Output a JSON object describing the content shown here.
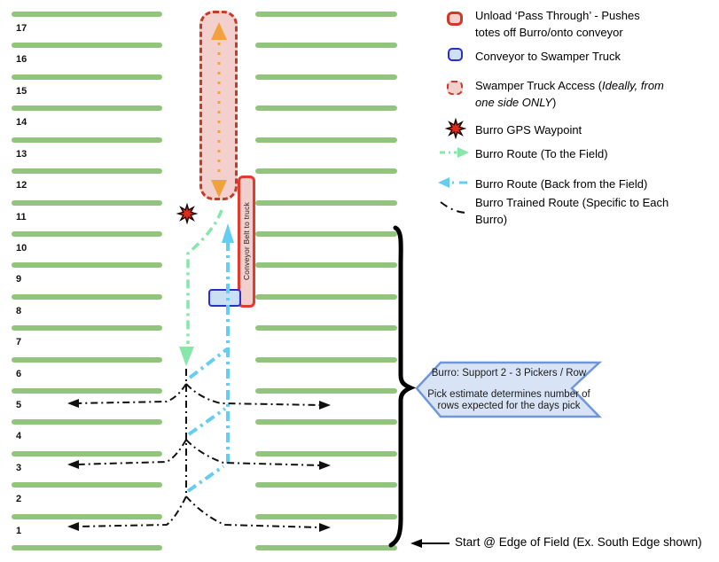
{
  "field": {
    "row_labels": [
      "17",
      "16",
      "15",
      "14",
      "13",
      "12",
      "11",
      "10",
      "9",
      "8",
      "7",
      "6",
      "5",
      "4",
      "3",
      "2",
      "1"
    ],
    "bar_color": "#93c47d"
  },
  "middle": {
    "conveyor_label": "Conveyor Belt to truck"
  },
  "legend": {
    "items": [
      {
        "label": "Unload ‘Pass Through’ - Pushes totes off Burro/onto conveyor"
      },
      {
        "label": "Conveyor to Swamper Truck"
      },
      {
        "label_prefix": "Swamper Truck Access (",
        "label_italic": "Ideally, from one side ONLY",
        "label_suffix": ")"
      },
      {
        "label": "Burro GPS Waypoint"
      },
      {
        "label": "Burro Route (To the Field)"
      },
      {
        "label": "Burro Route (Back from the Field)"
      },
      {
        "label": "Burro Trained Route (Specific to Each Burro)"
      }
    ]
  },
  "callout": {
    "line1": "Burro: Support 2 - 3 Pickers / Row",
    "line2": "Pick estimate determines number of rows expected for the days pick"
  },
  "footer": {
    "start_label": "Start @ Edge of Field (Ex. South Edge shown)"
  },
  "colors": {
    "row_bar_green": "#93c47d",
    "unload_border_red": "#cf3a27",
    "unload_fill_pink": "#f3d0cd",
    "conveyor_border_red": "#e23b2b",
    "truck_access_dash_red": "#c43b2a",
    "swamper_conveyor_blue": "#2a2fc7",
    "swamper_conveyor_fill": "#cfe0f3",
    "orange_arrow": "#f0a33c",
    "route_to_field_green": "#85e7a8",
    "route_back_cyan": "#66cdf2",
    "trained_route_black": "#111111",
    "gps_waypoint_red": "#e02b16",
    "callout_fill": "#d8e4f5",
    "callout_border": "#6f96d8"
  }
}
